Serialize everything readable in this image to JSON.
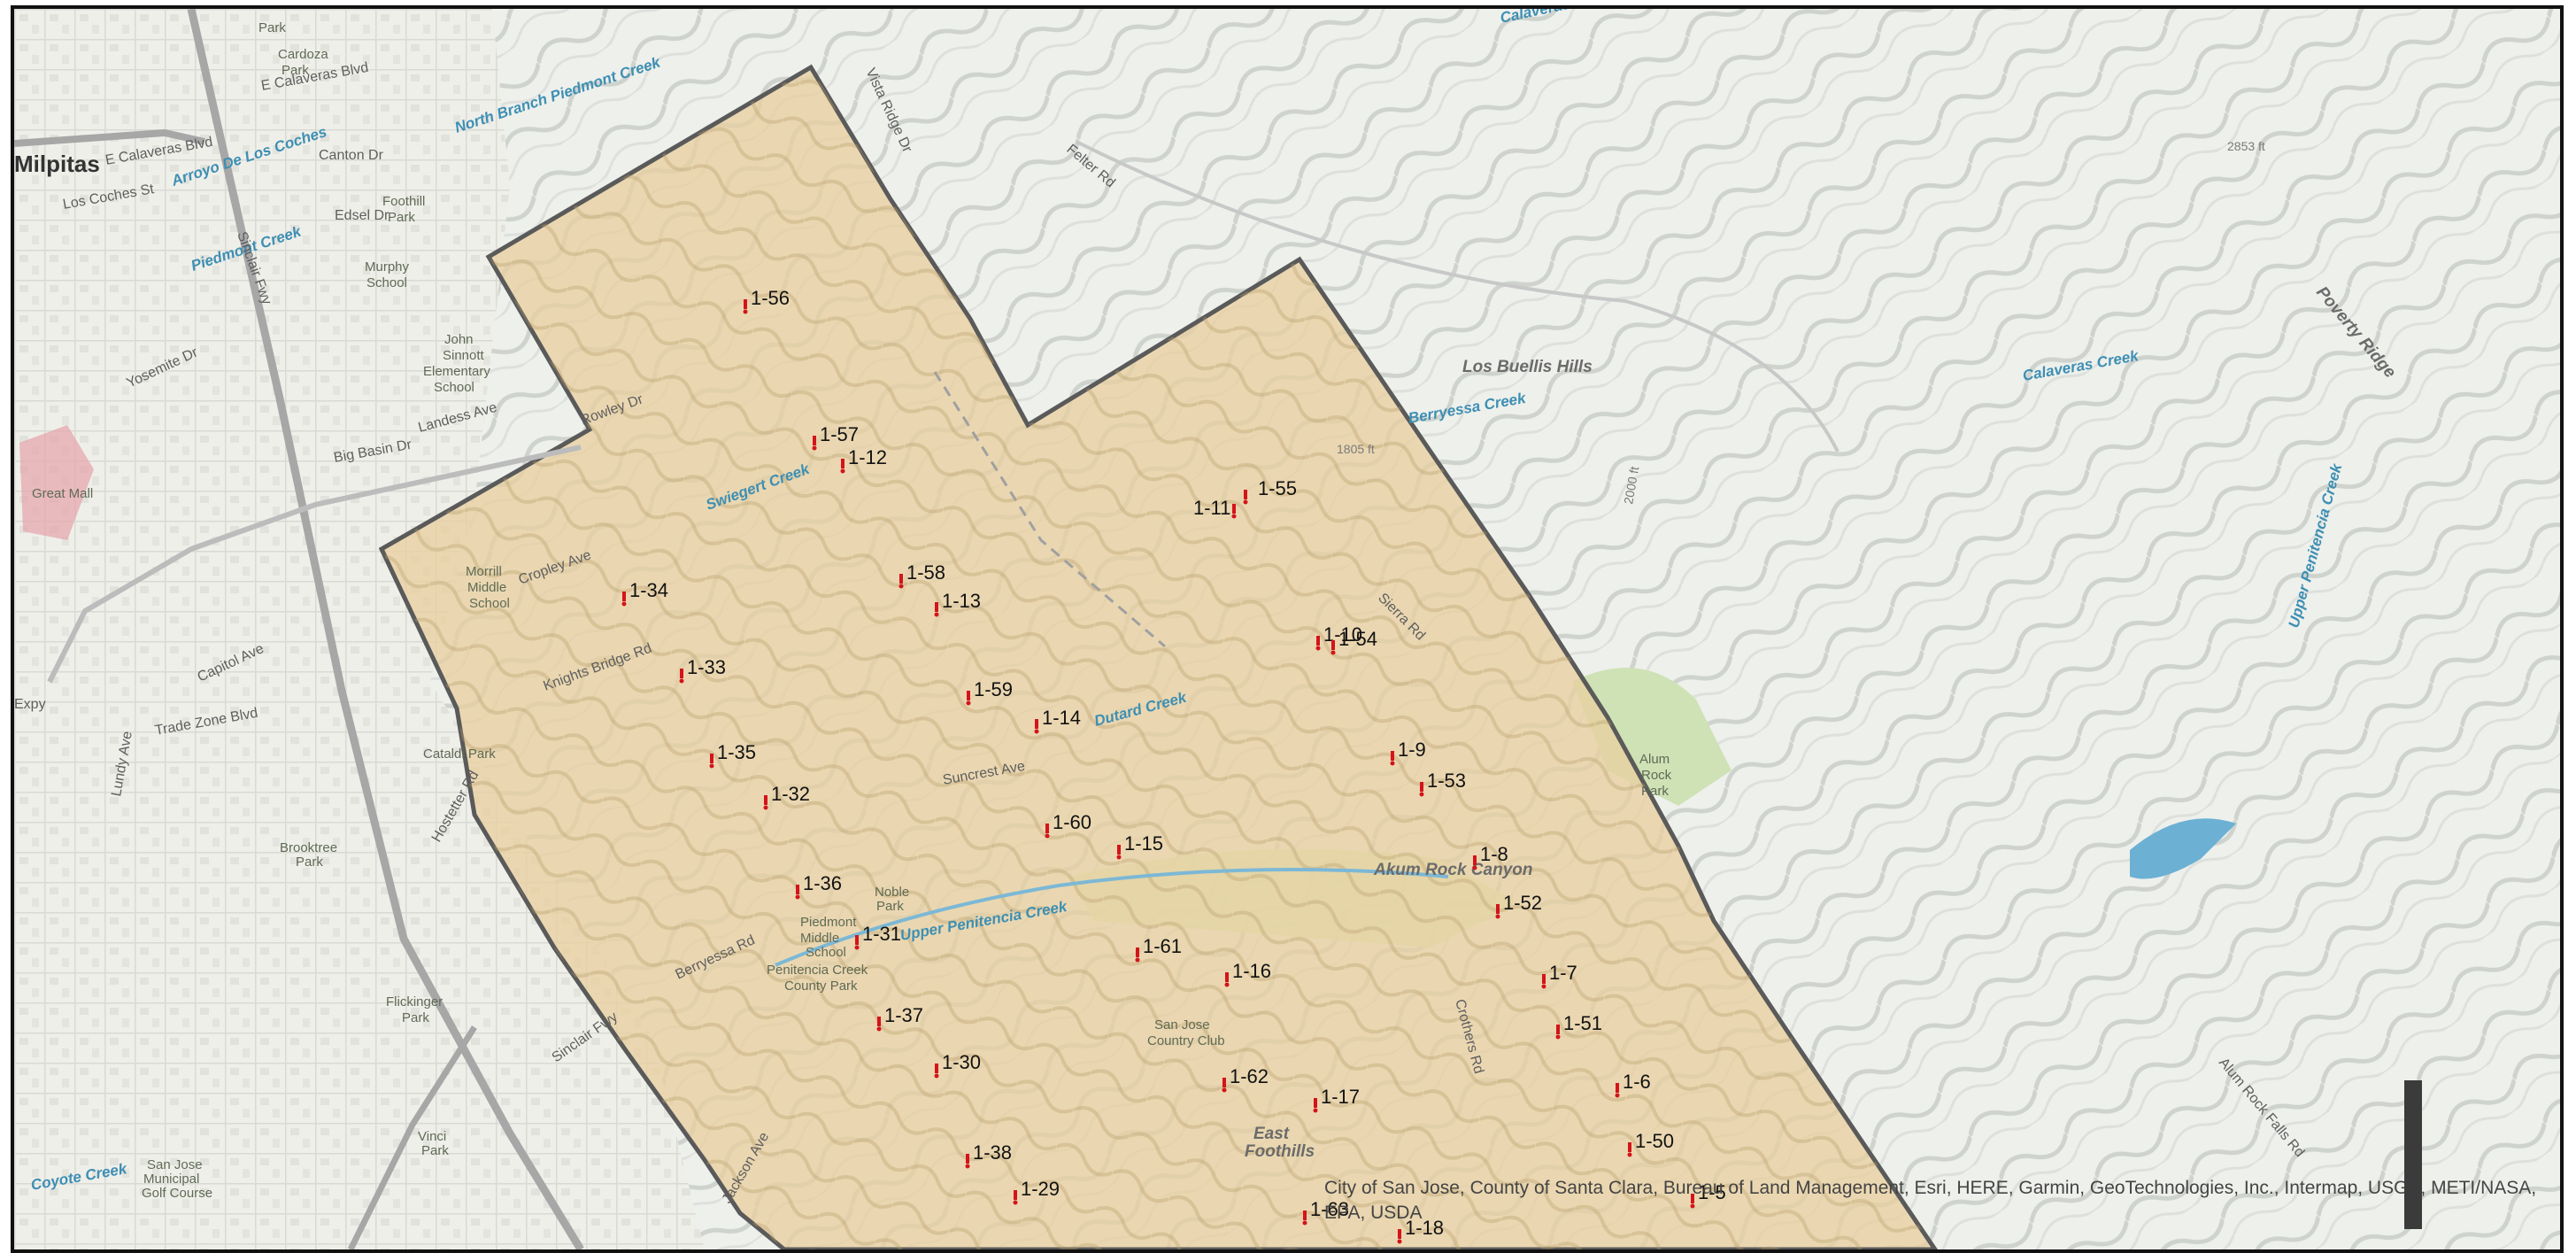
{
  "colors": {
    "study_area_fill": "#e8cf9d",
    "boundary": "#5a5a5a",
    "marker": "#d4141a",
    "urban": "#efefea",
    "terrain": "#e9ece7",
    "water": "#6cb0d4",
    "park": "#c9dfb0"
  },
  "markers": [
    {
      "label": "1-56"
    },
    {
      "label": "1-57"
    },
    {
      "label": "1-12"
    },
    {
      "label": "1-11"
    },
    {
      "label": "1-55"
    },
    {
      "label": "1-34"
    },
    {
      "label": "1-58"
    },
    {
      "label": "1-13"
    },
    {
      "label": "1-10"
    },
    {
      "label": "1-54"
    },
    {
      "label": "1-33"
    },
    {
      "label": "1-59"
    },
    {
      "label": "1-14"
    },
    {
      "label": "1-35"
    },
    {
      "label": "1-9"
    },
    {
      "label": "1-53"
    },
    {
      "label": "1-32"
    },
    {
      "label": "1-60"
    },
    {
      "label": "1-15"
    },
    {
      "label": "1-8"
    },
    {
      "label": "1-36"
    },
    {
      "label": "1-52"
    },
    {
      "label": "1-31"
    },
    {
      "label": "1-61"
    },
    {
      "label": "1-16"
    },
    {
      "label": "1-7"
    },
    {
      "label": "1-37"
    },
    {
      "label": "1-51"
    },
    {
      "label": "1-30"
    },
    {
      "label": "1-62"
    },
    {
      "label": "1-6"
    },
    {
      "label": "1-17"
    },
    {
      "label": "1-50"
    },
    {
      "label": "1-38"
    },
    {
      "label": "1-29"
    },
    {
      "label": "1-63"
    },
    {
      "label": "1-5"
    },
    {
      "label": "1-18"
    }
  ],
  "map_labels": [
    {
      "text": "Milpitas",
      "cls": "city"
    },
    {
      "text": "Park",
      "cls": "poi"
    },
    {
      "text": "Cardoza",
      "cls": "poi"
    },
    {
      "text": "Park",
      "cls": "poi"
    },
    {
      "text": "E Calaveras Blvd",
      "cls": "road"
    },
    {
      "text": "E Calaveras Blvd",
      "cls": "road"
    },
    {
      "text": "Arroyo De Los Coches",
      "cls": "water"
    },
    {
      "text": "North Branch Piedmont Creek",
      "cls": "water"
    },
    {
      "text": "Canton Dr",
      "cls": "road"
    },
    {
      "text": "Los Coches St",
      "cls": "road"
    },
    {
      "text": "Foothill",
      "cls": "poi"
    },
    {
      "text": "Park",
      "cls": "poi"
    },
    {
      "text": "Edsel Dr",
      "cls": "road"
    },
    {
      "text": "Piedmont Creek",
      "cls": "water"
    },
    {
      "text": "Murphy",
      "cls": "poi"
    },
    {
      "text": "School",
      "cls": "poi"
    },
    {
      "text": "John",
      "cls": "poi"
    },
    {
      "text": "Sinnott",
      "cls": "poi"
    },
    {
      "text": "Elementary",
      "cls": "poi"
    },
    {
      "text": "School",
      "cls": "poi"
    },
    {
      "text": "Yosemite Dr",
      "cls": "road"
    },
    {
      "text": "Big Basin Dr",
      "cls": "road"
    },
    {
      "text": "Landess Ave",
      "cls": "road"
    },
    {
      "text": "Great Mall",
      "cls": "poi"
    },
    {
      "text": "Rowley Dr",
      "cls": "road"
    },
    {
      "text": "Swiegert Creek",
      "cls": "water"
    },
    {
      "text": "Morrill",
      "cls": "poi"
    },
    {
      "text": "Middle",
      "cls": "poi"
    },
    {
      "text": "School",
      "cls": "poi"
    },
    {
      "text": "Cropley Ave",
      "cls": "road"
    },
    {
      "text": "Knights Bridge Rd",
      "cls": "road"
    },
    {
      "text": "Trade Zone Blvd",
      "cls": "road"
    },
    {
      "text": "Cataldi Park",
      "cls": "poi"
    },
    {
      "text": "Hostetter Rd",
      "cls": "road"
    },
    {
      "text": "Suncrest Ave",
      "cls": "road"
    },
    {
      "text": "Dutard Creek",
      "cls": "water"
    },
    {
      "text": "Brooktree",
      "cls": "poi"
    },
    {
      "text": "Park",
      "cls": "poi"
    },
    {
      "text": "Noble",
      "cls": "poi"
    },
    {
      "text": "Park",
      "cls": "poi"
    },
    {
      "text": "Piedmont",
      "cls": "poi"
    },
    {
      "text": "Middle",
      "cls": "poi"
    },
    {
      "text": "School",
      "cls": "poi"
    },
    {
      "text": "Upper Penitencia Creek",
      "cls": "water"
    },
    {
      "text": "Penitencia Creek",
      "cls": "poi"
    },
    {
      "text": "County Park",
      "cls": "poi"
    },
    {
      "text": "Berryessa Rd",
      "cls": "road"
    },
    {
      "text": "San Jose",
      "cls": "poi"
    },
    {
      "text": "Country Club",
      "cls": "poi"
    },
    {
      "text": "Flickinger",
      "cls": "poi"
    },
    {
      "text": "Park",
      "cls": "poi"
    },
    {
      "text": "Vinci",
      "cls": "poi"
    },
    {
      "text": "Park",
      "cls": "poi"
    },
    {
      "text": "San Jose",
      "cls": "poi"
    },
    {
      "text": "Municipal",
      "cls": "poi"
    },
    {
      "text": "Golf Course",
      "cls": "poi"
    },
    {
      "text": "Coyote Creek",
      "cls": "water"
    },
    {
      "text": "East",
      "cls": "area"
    },
    {
      "text": "Foothills",
      "cls": "area"
    },
    {
      "text": "Los Buellis Hills",
      "cls": "area"
    },
    {
      "text": "Berryessa Creek",
      "cls": "water"
    },
    {
      "text": "Calaveras Creek",
      "cls": "water"
    },
    {
      "text": "Akum Rock Canyon",
      "cls": "area"
    },
    {
      "text": "Alum",
      "cls": "poi"
    },
    {
      "text": "Rock",
      "cls": "poi"
    },
    {
      "text": "Park",
      "cls": "poi"
    },
    {
      "text": "Felter Rd",
      "cls": "road"
    },
    {
      "text": "Sierra Rd",
      "cls": "road"
    },
    {
      "text": "Vista Ridge Dr",
      "cls": "road"
    },
    {
      "text": "Upper Penitencia Creek",
      "cls": "water"
    },
    {
      "text": "Poverty Ridge",
      "cls": "area"
    },
    {
      "text": "Calaveras Creek",
      "cls": "water"
    },
    {
      "text": "1805 ft",
      "cls": "elev"
    },
    {
      "text": "2853 ft",
      "cls": "elev"
    },
    {
      "text": "2000 ft",
      "cls": "elev"
    },
    {
      "text": "Alum Rock Falls Rd",
      "cls": "road"
    },
    {
      "text": "Crothers Rd",
      "cls": "road"
    },
    {
      "text": "Sinclair Fwy",
      "cls": "road"
    },
    {
      "text": "Sinclair Fwy",
      "cls": "road"
    },
    {
      "text": "Capitol Ave",
      "cls": "road"
    },
    {
      "text": "Jackson Ave",
      "cls": "road"
    },
    {
      "text": "Lundy Ave",
      "cls": "road"
    },
    {
      "text": "Expy",
      "cls": "road"
    }
  ],
  "attribution": "City of San Jose, County of Santa Clara, Bureau of Land Management, Esri, HERE, Garmin, GeoTechnologies, Inc., Intermap, USGS, METI/NASA, EPA, USDA"
}
